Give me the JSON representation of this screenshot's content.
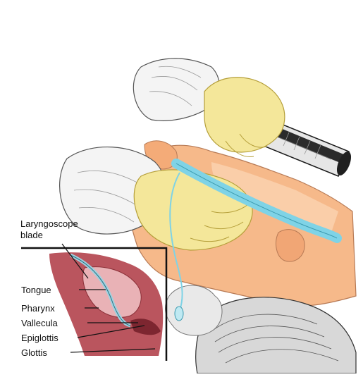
{
  "labels": {
    "laryngoscope_line1": "Laryngoscope",
    "laryngoscope_line2": "blade",
    "tongue": "Tongue",
    "pharynx": "Pharynx",
    "vallecula": "Vallecula",
    "epiglottis": "Epiglottis",
    "glottis": "Glottis"
  },
  "colors": {
    "skin": "#f6b98a",
    "skin_light": "#fbd3b0",
    "glove": "#f4e79a",
    "sleeve": "#f2f2f2",
    "tube": "#7fd3e6",
    "airway": "#b2424c",
    "hair": "#c9c9c9",
    "scope": "#2b2b2b",
    "outline": "#1a1a1a"
  }
}
